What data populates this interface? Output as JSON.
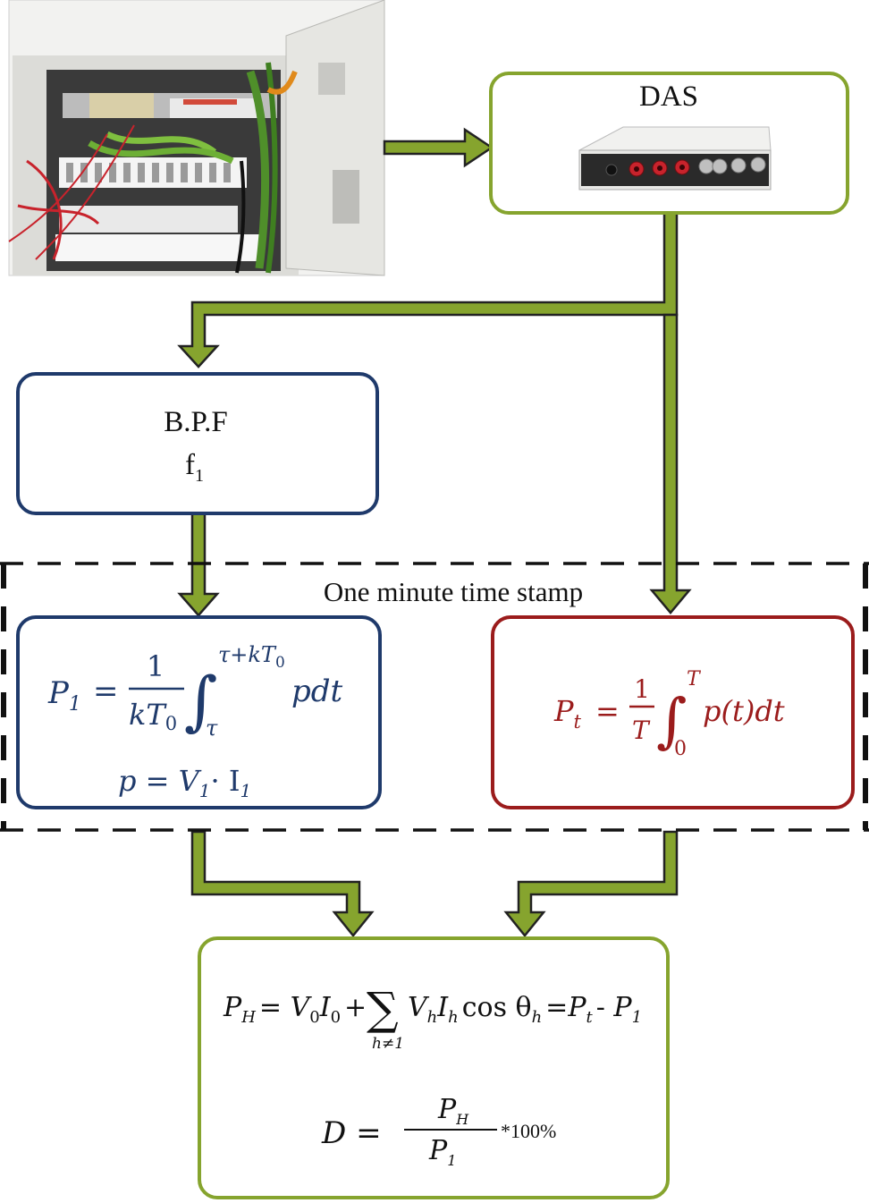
{
  "das": {
    "title": "DAS"
  },
  "bpf": {
    "title": "B.P.F",
    "freq_base": "f",
    "freq_sub": "1"
  },
  "timestamp": {
    "label": "One minute time stamp"
  },
  "fundamental_formula": {
    "lhs": "P",
    "lhs_sub": "1",
    "equals": "=",
    "num": "1",
    "den": "kT",
    "den_sub": "0",
    "upper_limit": "τ+kT",
    "upper_sub": "0",
    "lower_limit": "τ",
    "integrand": "pdt",
    "p_def": "p = V",
    "v_sub": "1",
    "dot": "· I",
    "i_sub": "1"
  },
  "total_formula": {
    "lhs": "P",
    "lhs_sub": "t",
    "equals": "=",
    "num": "1",
    "den": "T",
    "upper_limit": "T",
    "lower_limit": "0",
    "integrand": "p(t)dt"
  },
  "harmonic_formula": {
    "line1_lhs": "P",
    "line1_lhs_sub": "H",
    "line1_eq": "= V",
    "line1_v0_sub": "0",
    "line1_i0": "I",
    "line1_i0_sub": "0",
    "line1_plus": "+",
    "sum_index": "h≠1",
    "line1_vh": "V",
    "line1_vh_sub": "h",
    "line1_ih": "I",
    "line1_ih_sub": "h",
    "line1_cos": "cos θ",
    "line1_cos_sub": "h",
    "line1_rhs": "= P",
    "line1_rhs_sub_t": "t",
    "line1_minus": "- P",
    "line1_rhs_sub_1": "1",
    "d_lhs": "D =",
    "d_num": "P",
    "d_num_sub": "H",
    "d_den": "P",
    "d_den_sub": "1",
    "d_mult": "*100%"
  },
  "colors": {
    "green": "#86a42e",
    "green_dark": "#222222",
    "blue": "#1f3a6b",
    "red": "#9b1c1c"
  }
}
